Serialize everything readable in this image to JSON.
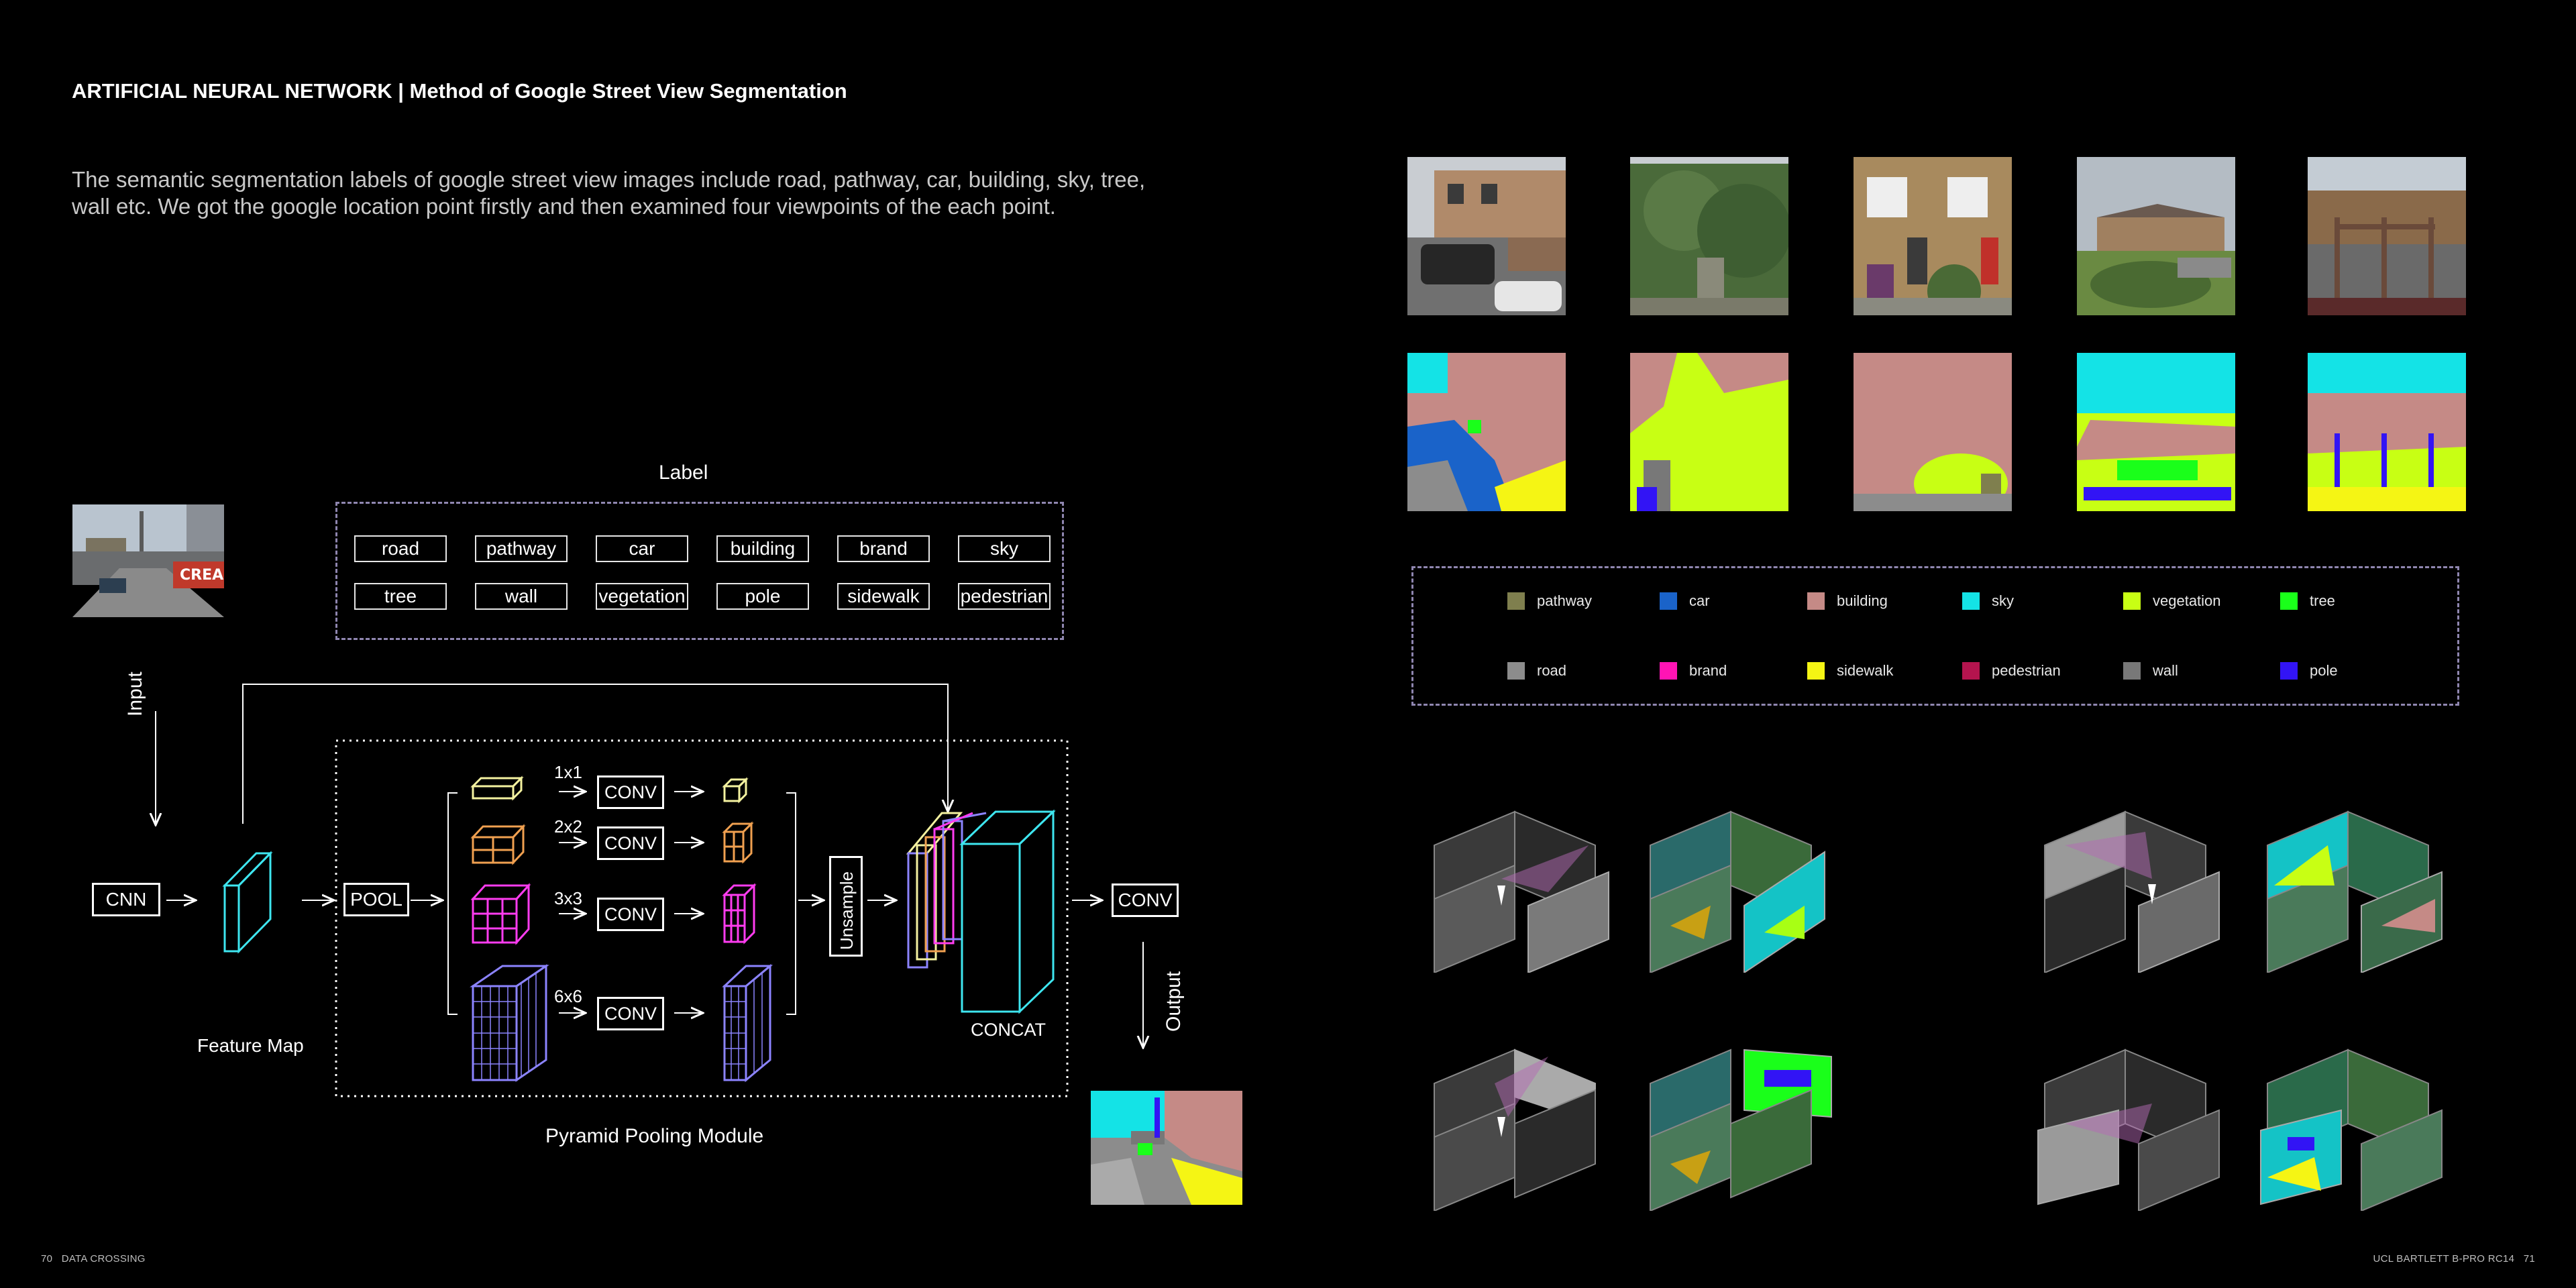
{
  "header": {
    "title": "ARTIFICIAL NEURAL NETWORK | Method of Google Street View Segmentation",
    "description": "The semantic segmentation labels of google street view images  include road, pathway, car, building, sky, tree, wall etc. We got the google location point firstly and then examined four viewpoints of the each point."
  },
  "diagram": {
    "label_title": "Label",
    "labels_row1": [
      "road",
      "pathway",
      "car",
      "building",
      "brand",
      "sky"
    ],
    "labels_row2": [
      "tree",
      "wall",
      "vegetation",
      "pole",
      "sidewalk",
      "pedestrian"
    ],
    "input_text": "Input",
    "cnn_text": "CNN",
    "feature_map_text": "Feature Map",
    "pool_text": "POOL",
    "scales": [
      "1x1",
      "2x2",
      "3x3",
      "6x6"
    ],
    "conv_text": "CONV",
    "unsample_text": "Unsample",
    "concat_text": "CONCAT",
    "final_conv_text": "CONV",
    "output_text": "Output",
    "ppm_text": "Pyramid Pooling Module",
    "colors": {
      "yellow": "#f4f2a0",
      "orange": "#f0a050",
      "magenta": "#ff3cf0",
      "lavender": "#8c84ff",
      "cyan": "#3ee6f0"
    }
  },
  "legend": {
    "items": [
      {
        "name": "pathway",
        "color": "#7f7f4e"
      },
      {
        "name": "car",
        "color": "#1a63c9"
      },
      {
        "name": "building",
        "color": "#c58a86"
      },
      {
        "name": "sky",
        "color": "#14e3e6"
      },
      {
        "name": "vegetation",
        "color": "#c8ff14"
      },
      {
        "name": "tree",
        "color": "#1aff1a"
      },
      {
        "name": "road",
        "color": "#8c8c8c"
      },
      {
        "name": "brand",
        "color": "#ff14b4"
      },
      {
        "name": "sidewalk",
        "color": "#f5f514"
      },
      {
        "name": "pedestrian",
        "color": "#b4144e"
      },
      {
        "name": "wall",
        "color": "#787878"
      },
      {
        "name": "pole",
        "color": "#3214f5"
      }
    ]
  },
  "footer": {
    "left_page": "70",
    "left_text": "DATA CROSSING",
    "right_text": "UCL BARTLETT B-PRO RC14",
    "right_page": "71"
  }
}
